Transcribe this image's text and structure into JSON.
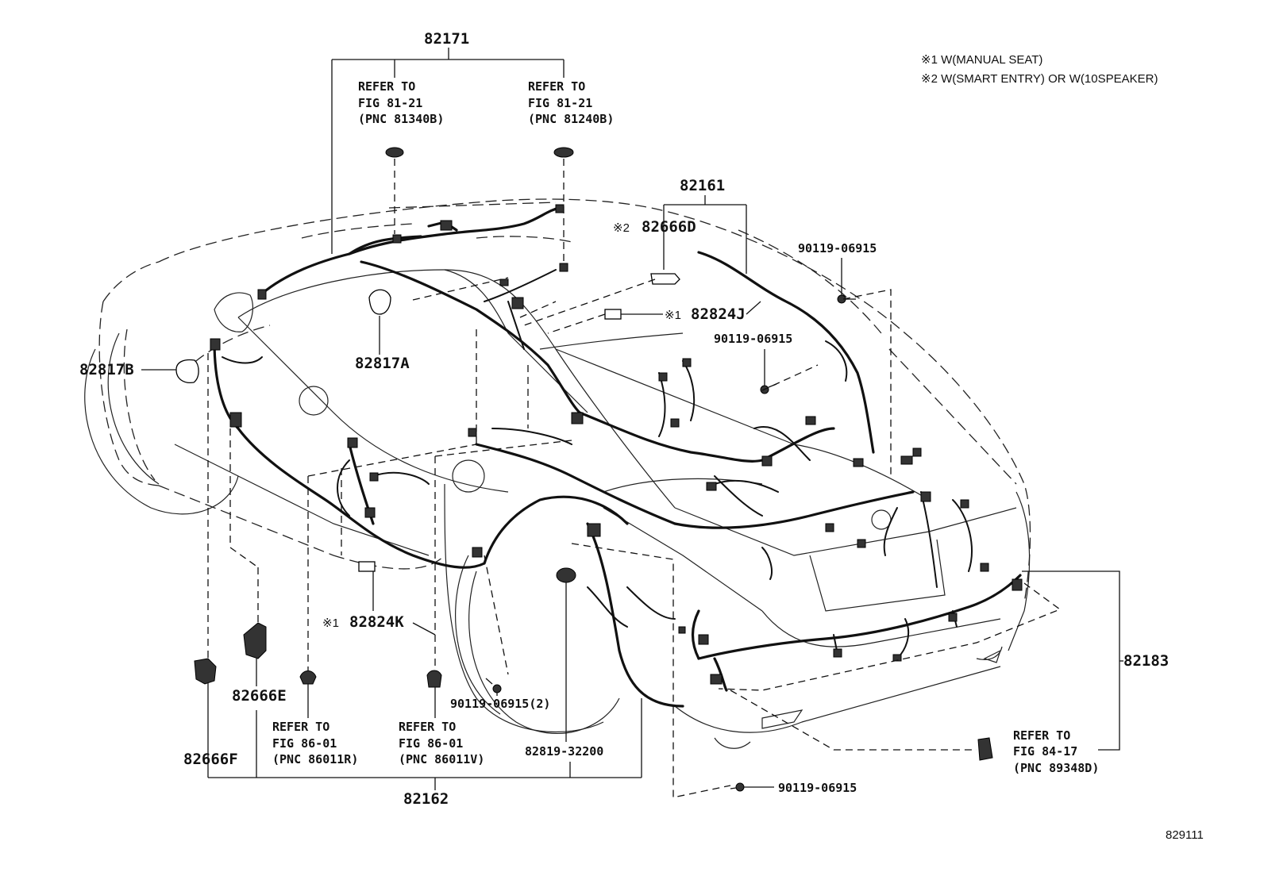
{
  "notes": {
    "note1": "※1 W(MANUAL SEAT)",
    "note2": "※2 W(SMART ENTRY) OR W(10SPEAKER)"
  },
  "figure_id": "829111",
  "part_numbers": {
    "p82171": "82171",
    "p82161": "82161",
    "p82666D": "82666D",
    "p82824J": "82824J",
    "p82817A": "82817A",
    "p82817B": "82817B",
    "p82824K": "82824K",
    "p82666E": "82666E",
    "p82666F": "82666F",
    "p82162": "82162",
    "p82183": "82183",
    "p82819": "82819-32200",
    "bolt_a": "90119-06915",
    "bolt_b": "90119-06915",
    "bolt_c": "90119-06915(2)",
    "bolt_d": "90119-06915"
  },
  "markers": {
    "m2": "※2",
    "m1a": "※1",
    "m1b": "※1"
  },
  "refers": {
    "r1": {
      "line1": "REFER TO",
      "line2": "FIG 81-21",
      "line3": "(PNC 81340B)"
    },
    "r2": {
      "line1": "REFER TO",
      "line2": "FIG 81-21",
      "line3": "(PNC 81240B)"
    },
    "r3": {
      "line1": "REFER TO",
      "line2": "FIG 86-01",
      "line3": "(PNC 86011R)"
    },
    "r4": {
      "line1": "REFER TO",
      "line2": "FIG 86-01",
      "line3": "(PNC 86011V)"
    },
    "r5": {
      "line1": "REFER TO",
      "line2": "FIG 84-17",
      "line3": "(PNC 89348D)"
    }
  }
}
